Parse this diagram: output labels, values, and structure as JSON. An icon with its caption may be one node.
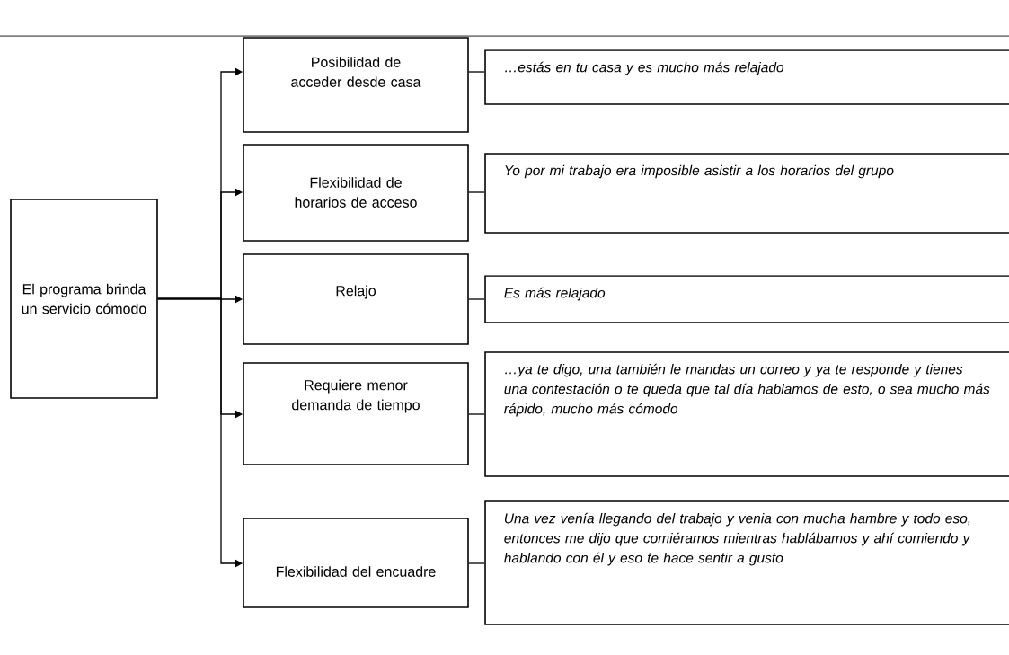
{
  "diagram": {
    "nodes": [
      {
        "text": [
          "El programa brinda un servicio cómodo"
        ]
      },
      {
        "text": [
          "Posibilidad de acceder desde casa"
        ]
      },
      {
        "text": [
          "Flexibilidad de horarios de acceso"
        ]
      },
      {
        "text": [
          "Relajo"
        ]
      },
      {
        "text": [
          "Requiere menor demanda de tiempo"
        ]
      },
      {
        "text": [
          "Flexibilidad del encuadre"
        ]
      },
      {
        "text": [
          "…estás en tu casa y es mucho más relajado"
        ]
      },
      {
        "text": [
          "Yo por mi trabajo era imposible asistir a los horarios del grupo"
        ]
      },
      {
        "text": [
          "Es más relajado"
        ]
      },
      {
        "text": [
          "…ya te digo, una también le mandas un correo y ya te responde y tienes una contestación o te queda que tal día hablamos de esto, o sea mucho más rápido, mucho más cómodo"
        ]
      },
      {
        "text": [
          "Una vez venía llegando del trabajo y venia con mucha hambre y todo eso, entonces me dijo que comiéramos mientras hablábamos y ahí comiendo y hablando con él y eso te hace sentir a gusto"
        ]
      }
    ],
    "edges": [
      {
        "from": 0,
        "to": 1,
        "arrow": "to"
      },
      {
        "from": 0,
        "to": 2,
        "arrow": "to"
      },
      {
        "from": 0,
        "to": 3,
        "arrow": "to"
      },
      {
        "from": 0,
        "to": 4,
        "arrow": "to"
      },
      {
        "from": 0,
        "to": 5,
        "arrow": "to"
      },
      {
        "from": 1,
        "to": 6,
        "arrow": "none"
      },
      {
        "from": 2,
        "to": 7,
        "arrow": "none"
      },
      {
        "from": 3,
        "to": 8,
        "arrow": "none"
      },
      {
        "from": 4,
        "to": 9,
        "arrow": "none"
      },
      {
        "from": 5,
        "to": 10,
        "arrow": "none"
      }
    ]
  }
}
